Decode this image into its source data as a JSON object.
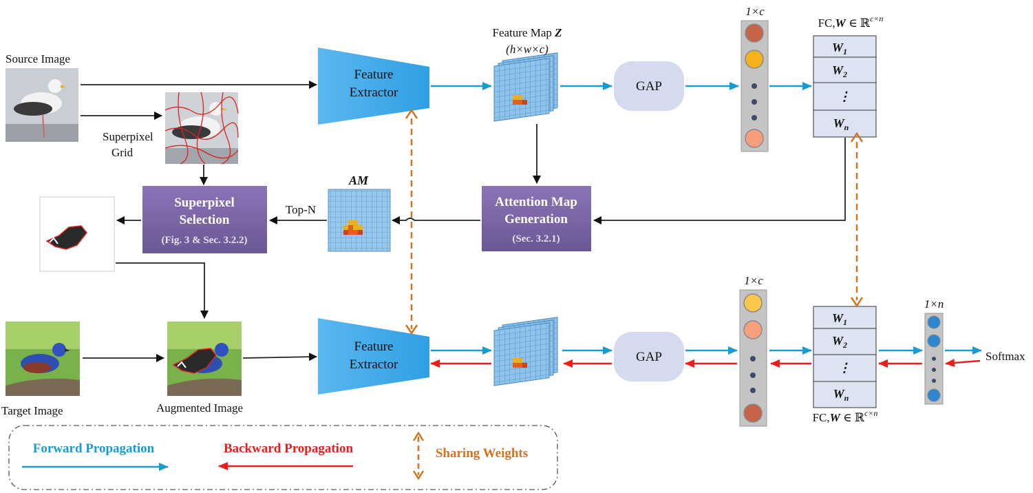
{
  "labels": {
    "source_image": "Source Image",
    "superpixel_grid_1": "Superpixel",
    "superpixel_grid_2": "Grid",
    "target_image": "Target Image",
    "augmented_image": "Augmented Image",
    "feature_map_title": "Feature Map ",
    "feature_map_var": "Z",
    "feature_map_dims": "(h×w×c)",
    "am": "AM",
    "top_n": "Top-N",
    "gap": "GAP",
    "vec_top": "1×c",
    "vec_bottom": "1×c",
    "vec_out": "1×n",
    "fc_prefix": "FC,",
    "fc_w": "W",
    "fc_in": " ∈ ℝ",
    "fc_sup": "c×n",
    "softmax": "Softmax"
  },
  "boxes": {
    "feature_extractor_1": "Feature",
    "feature_extractor_2": "Extractor",
    "superpixel_selection_1": "Superpixel",
    "superpixel_selection_2": "Selection",
    "superpixel_selection_ref": "(Fig. 3 & Sec. 3.2.2)",
    "attention_map_1": "Attention Map",
    "attention_map_2": "Generation",
    "attention_map_ref": "(Sec. 3.2.1)"
  },
  "weights": {
    "w1": "W",
    "w1_sub": "1",
    "w2": "W",
    "w2_sub": "2",
    "dots": "⋮",
    "wn": "W",
    "wn_sub": "n"
  },
  "legend": {
    "forward": "Forward Propagation",
    "backward": "Backward Propagation",
    "sharing": "Sharing Weights"
  },
  "colors": {
    "forward": "#1a9bd0",
    "backward": "#ee1c1c",
    "sharing": "#d2731f",
    "purple": "#7b64a6",
    "extractor": "#3aa8e8",
    "gap": "#d6dcef",
    "grid_cell": "#8ec4ea"
  },
  "icons": {
    "source_image": "seagull-photo",
    "superpixel_grid": "seagull-superpixel-photo",
    "selected_superpixels": "bird-fragment-photo",
    "target_image": "blue-bird-photo",
    "augmented_image": "augmented-bird-photo"
  }
}
